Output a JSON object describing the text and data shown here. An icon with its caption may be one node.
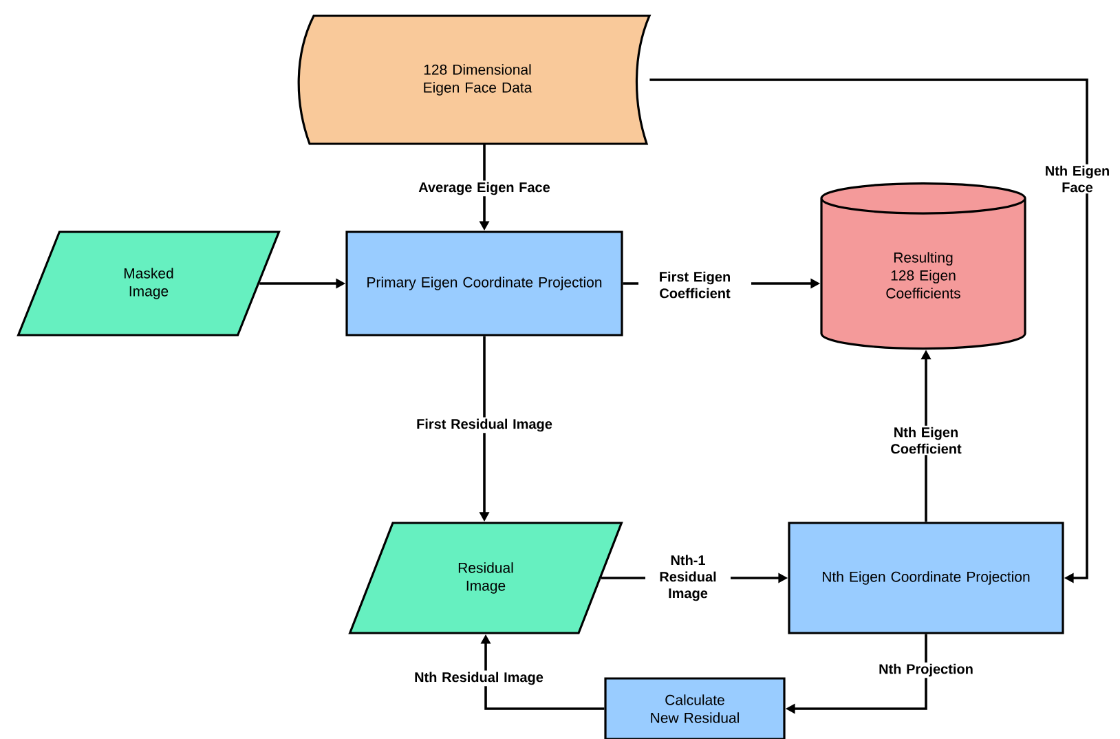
{
  "diagram": {
    "nodes": [
      {
        "text": [
          "128 Dimensional Eigen Face Data"
        ]
      },
      {
        "text": [
          "Masked Image"
        ]
      },
      {
        "text": [
          "Primary Eigen Coordinate Projection"
        ]
      },
      {
        "text": [
          "Resulting 128 Eigen Coefficients"
        ]
      },
      {
        "text": [
          "Residual Image"
        ]
      },
      {
        "text": [
          "Nth Eigen Coordinate Projection"
        ]
      },
      {
        "text": [
          "Calculate New Residual"
        ]
      }
    ],
    "edges": [
      {
        "from": 0,
        "to": 2,
        "arrow": "to",
        "label": "Average Eigen Face"
      },
      {
        "from": 1,
        "to": 2,
        "arrow": "to"
      },
      {
        "from": 2,
        "to": 3,
        "arrow": "to",
        "label": "First Eigen Coefficient"
      },
      {
        "from": 2,
        "to": 4,
        "arrow": "to",
        "label": "First Residual Image"
      },
      {
        "from": 4,
        "to": 5,
        "arrow": "to",
        "label": "Nth-1 Residual Image"
      },
      {
        "from": 5,
        "to": 3,
        "arrow": "to",
        "label": "Nth Eigen Coefficient"
      },
      {
        "from": 0,
        "to": 5,
        "arrow": "to",
        "label": "Nth Eigen Face"
      },
      {
        "from": 5,
        "to": 6,
        "arrow": "to",
        "label": "Nth Projection"
      },
      {
        "from": 6,
        "to": 4,
        "arrow": "to",
        "label": "Nth Residual Image"
      }
    ]
  }
}
